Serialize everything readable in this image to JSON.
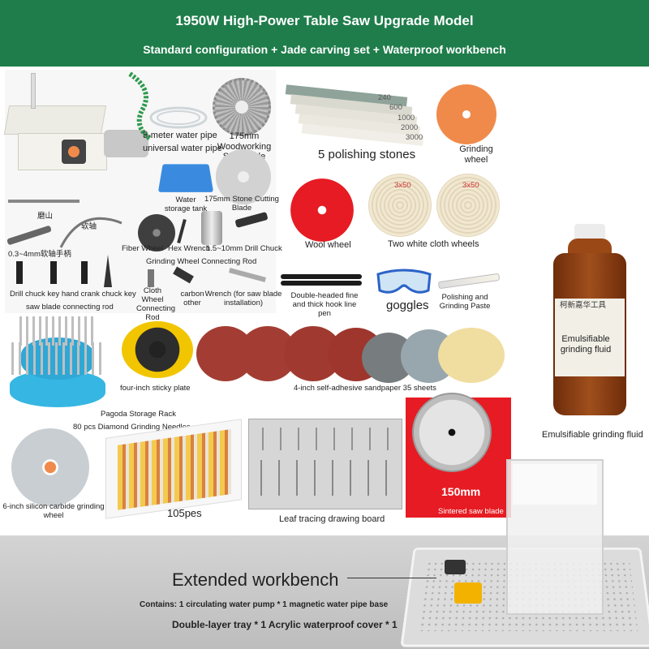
{
  "header": {
    "title": "1950W High-Power Table Saw Upgrade Model",
    "subtitle": "Standard configuration + Jade carving set + Waterproof workbench"
  },
  "items": {
    "water_pipe": "5-meter water pipe",
    "universal_pipe": "universal water pipe",
    "blade_175_wood": "175mm Woodworking Saw Blade",
    "water_tank": "Water storage tank",
    "blade_175_stone": "175mm Stone Cutting Blade",
    "cn_label_1": "磨山",
    "cn_label_2": "软轴",
    "flex_shaft": "0.3~4mm软轴手柄",
    "fiber_wheel": "Fiber Wheel",
    "hex_wrench": "Hex Wrench",
    "drill_chuck": "1.5~10mm Drill Chuck",
    "grinding_rod": "Grinding Wheel Connecting Rod",
    "chuck_key": "Drill chuck key hand crank chuck key",
    "saw_rod": "saw blade connecting rod",
    "cloth_rod": "Cloth Wheel Connecting Rod",
    "carbon": "carbon other",
    "wrench": "Wrench (for saw blade installation)",
    "polishing_stones": "5 polishing stones",
    "stone_grits": [
      "240",
      "600",
      "1000",
      "2000",
      "3000"
    ],
    "grinding_wheel": "Grinding wheel",
    "wool_wheel": "Wool wheel",
    "cloth_wheels": "Two white cloth wheels",
    "cloth_size": "3x50",
    "pens": "Double-headed fine and thick hook line pen",
    "goggles": "goggles",
    "paste": "Polishing and Grinding Paste",
    "fluid_label": "Emulsifiable grinding fluid",
    "fluid_bottom": "Emulsifiable grinding fluid",
    "bottle_brand": "柯新嘉华工具",
    "sticky_plate": "four-inch sticky plate",
    "sandpaper": "4-inch self-adhesive sandpaper 35 sheets",
    "pagoda": "Pagoda Storage Rack",
    "needles": "80 pcs Diamond Grinding Needles",
    "sic_wheel": "6-inch silicon carbide grinding wheel",
    "pes": "105pes",
    "leaf_board": "Leaf tracing drawing board",
    "sintered_size": "150mm",
    "sintered": "Sintered saw blade"
  },
  "workbench": {
    "title": "Extended workbench",
    "contains": "Contains: 1 circulating water pump * 1 magnetic water pipe base",
    "tray": "Double-layer tray * 1 Acrylic waterproof cover * 1"
  },
  "colors": {
    "header": "#1f7d4b",
    "red_badge": "#e61b23",
    "orange_wheel": "#f08a4b",
    "fluid": "#8a3a10"
  }
}
